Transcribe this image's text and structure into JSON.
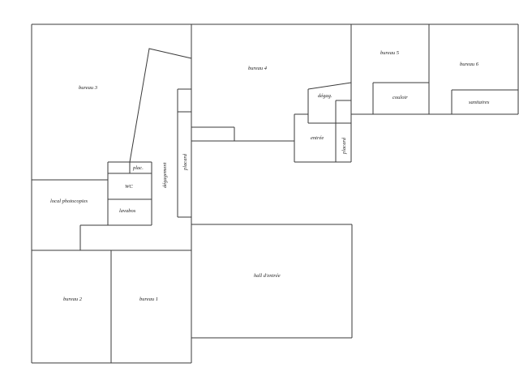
{
  "rooms": {
    "bureau_3": "bureau 3",
    "bureau_4": "bureau 4",
    "bureau_5": "bureau 5",
    "bureau_6": "bureau 6",
    "bureau_2": "bureau 2",
    "bureau_1": "bureau 1",
    "local_photocopies": "local photocopies",
    "hall_entree": "hall d'entrée",
    "degagement": "dégagement",
    "placard_1": "placard",
    "placard_2": "placard",
    "plac": "plac.",
    "wc": "WC",
    "lavabos": "lavabos",
    "degag": "dégag.",
    "entree": "entrée",
    "couloir": "couloir",
    "sanitaires": "sanitaires"
  }
}
